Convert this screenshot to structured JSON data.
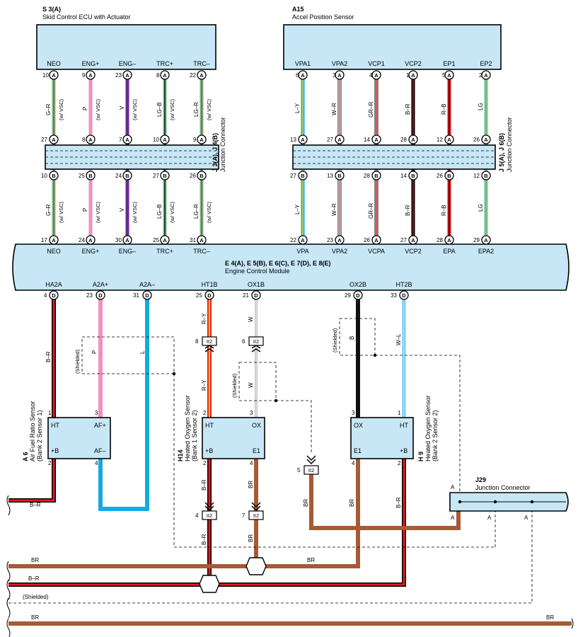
{
  "title": "",
  "components": {
    "s3": {
      "id": "S 3(A)",
      "name": "Skid Control ECU with Actuator",
      "pins": [
        "NEO",
        "ENG+",
        "ENG–",
        "TRC+",
        "TRC–"
      ],
      "pin_nos": [
        "10",
        "9",
        "23",
        "8",
        "22"
      ]
    },
    "a15": {
      "id": "A15",
      "name": "Accel Position Sensor",
      "pins": [
        "VPA1",
        "VPA2",
        "VCP1",
        "VCP2",
        "EP1",
        "EP2"
      ],
      "pin_nos": [
        "6",
        "3",
        "4",
        "1",
        "5",
        "2"
      ]
    },
    "j3": {
      "id": "J 3(A), J 4(B)",
      "name": "Junction Connector",
      "top_pins": [
        "27",
        "8",
        "7",
        "10",
        "9"
      ],
      "bottom_pins": [
        "10",
        "25",
        "24",
        "27",
        "26"
      ]
    },
    "j5": {
      "id": "J 5(A), J 6(B)",
      "name": "Junction Connector",
      "top_pins": [
        "13",
        "27",
        "14",
        "28",
        "12",
        "26"
      ],
      "bottom_pins": [
        "27",
        "13",
        "28",
        "14",
        "26",
        "12"
      ]
    },
    "ecm": {
      "id": "E 4(A), E 5(B), E 6(C), E 7(D), E 8(E)",
      "name": "Engine Control Module",
      "top_left": [
        {
          "label": "NEO",
          "pin": "17"
        },
        {
          "label": "ENG+",
          "pin": "24"
        },
        {
          "label": "ENG–",
          "pin": "30"
        },
        {
          "label": "TRC+",
          "pin": "25"
        },
        {
          "label": "TRC–",
          "pin": "31"
        }
      ],
      "top_right": [
        {
          "label": "VPA",
          "pin": "22"
        },
        {
          "label": "VPA2",
          "pin": "23"
        },
        {
          "label": "VCPA",
          "pin": "26"
        },
        {
          "label": "VCP2",
          "pin": "27"
        },
        {
          "label": "EPA",
          "pin": "28"
        },
        {
          "label": "EPA2",
          "pin": "29"
        }
      ],
      "bottom": [
        {
          "label": "HA2A",
          "pin": "4"
        },
        {
          "label": "A2A+",
          "pin": "23"
        },
        {
          "label": "A2A–",
          "pin": "31"
        },
        {
          "label": "HT1B",
          "pin": "25"
        },
        {
          "label": "OX1B",
          "pin": "21"
        },
        {
          "label": "OX2B",
          "pin": "29"
        },
        {
          "label": "HT2B",
          "pin": "33"
        }
      ]
    },
    "a6": {
      "id": "A 6",
      "name": "Air Fuel Ratio Sensor",
      "sub": "(Bank 2 Sensor 1)",
      "ht": "HT",
      "afp": "AF+",
      "b": "+B",
      "afm": "AF–",
      "pins": [
        "1",
        "3",
        "2",
        "4"
      ]
    },
    "h14": {
      "id": "H14",
      "name": "Heated Oxygen Sensor",
      "sub": "(Bank 1 Sensor 2)",
      "ht": "HT",
      "ox": "OX",
      "b": "+B",
      "e1": "E1",
      "pins": [
        "2",
        "3",
        "2",
        "4"
      ]
    },
    "h9": {
      "id": "H 9",
      "name": "Heated Oxygen Sensor",
      "sub": "(Bank 2 Sensor 2)",
      "ox": "OX",
      "ht": "HT",
      "e1": "E1",
      "b": "+B",
      "pins": [
        "3",
        "1",
        "4",
        "2"
      ]
    },
    "j29": {
      "id": "J29",
      "name": "Junction Connector",
      "a": "A"
    }
  },
  "wire_colors_upper": [
    "G–R",
    "P",
    "V",
    "LG–B",
    "LG–R",
    "L–Y",
    "W–R",
    "GR–R",
    "B–R",
    "R–B",
    "LG"
  ],
  "wsc": "(w/ VSC)",
  "wires_lower": {
    "br": "B–R",
    "p": "P",
    "l": "L",
    "ry": "R–Y",
    "w": "W",
    "b": "B",
    "wl": "W–L",
    "brown": "BR",
    "shielded": "(Shielded)"
  },
  "inline": {
    "ii2": "II2",
    "n8": "8",
    "n6": "6",
    "n5": "5",
    "n4": "4",
    "n7": "7"
  },
  "bus": {
    "br1": "BR",
    "br2": "BR",
    "bottom_left": "BR",
    "bottom_right": "BR",
    "br_label": "B–R",
    "shielded": "(Shielded)"
  },
  "colors": {
    "box": "#c7e7f7",
    "brown": "#a65a35",
    "pink": "#f190bf",
    "purple": "#6a2c90",
    "cyan": "#14a9e4",
    "green": "#70c18e",
    "red": "#e21c25",
    "yellow": "#f6e300"
  }
}
